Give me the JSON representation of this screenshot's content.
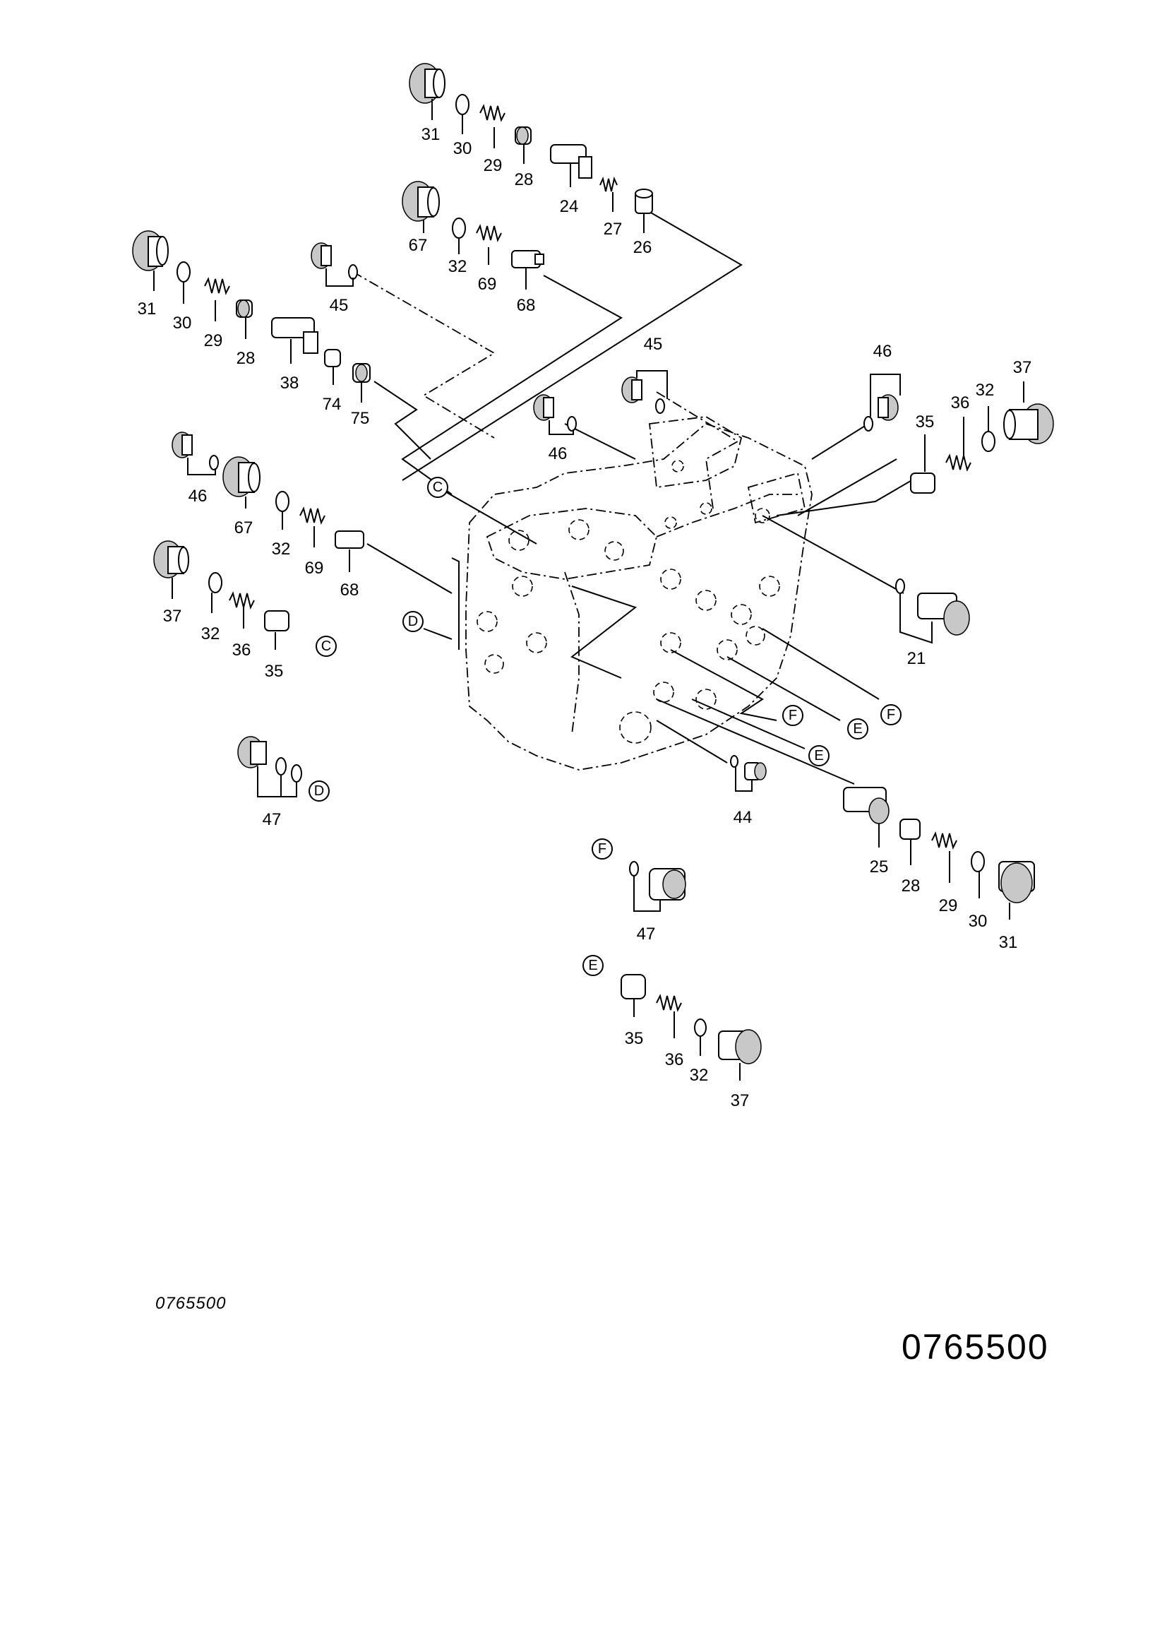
{
  "diagram": {
    "drawing_number_small": "0765500",
    "drawing_number_large": "0765500",
    "ref_letters": [
      "C",
      "D",
      "E",
      "F"
    ],
    "part_labels": [
      {
        "id": "p31a",
        "text": "31"
      },
      {
        "id": "p30a",
        "text": "30"
      },
      {
        "id": "p29a",
        "text": "29"
      },
      {
        "id": "p28a",
        "text": "28"
      },
      {
        "id": "p24",
        "text": "24"
      },
      {
        "id": "p27",
        "text": "27"
      },
      {
        "id": "p26",
        "text": "26"
      },
      {
        "id": "p67a",
        "text": "67"
      },
      {
        "id": "p32a",
        "text": "32"
      },
      {
        "id": "p69a",
        "text": "69"
      },
      {
        "id": "p68a",
        "text": "68"
      },
      {
        "id": "p31b",
        "text": "31"
      },
      {
        "id": "p30b",
        "text": "30"
      },
      {
        "id": "p29b",
        "text": "29"
      },
      {
        "id": "p28b",
        "text": "28"
      },
      {
        "id": "p38",
        "text": "38"
      },
      {
        "id": "p74",
        "text": "74"
      },
      {
        "id": "p75",
        "text": "75"
      },
      {
        "id": "p45a",
        "text": "45"
      },
      {
        "id": "p45b",
        "text": "45"
      },
      {
        "id": "p46a",
        "text": "46"
      },
      {
        "id": "p46b",
        "text": "46"
      },
      {
        "id": "p46c",
        "text": "46"
      },
      {
        "id": "p37a",
        "text": "37"
      },
      {
        "id": "p36a",
        "text": "36"
      },
      {
        "id": "p32b",
        "text": "32"
      },
      {
        "id": "p35a",
        "text": "35"
      },
      {
        "id": "p67b",
        "text": "67"
      },
      {
        "id": "p32c",
        "text": "32"
      },
      {
        "id": "p69b",
        "text": "69"
      },
      {
        "id": "p68b",
        "text": "68"
      },
      {
        "id": "p37b",
        "text": "37"
      },
      {
        "id": "p32d",
        "text": "32"
      },
      {
        "id": "p36b",
        "text": "36"
      },
      {
        "id": "p35b",
        "text": "35"
      },
      {
        "id": "p21",
        "text": "21"
      },
      {
        "id": "p47a",
        "text": "47"
      },
      {
        "id": "p44",
        "text": "44"
      },
      {
        "id": "p25",
        "text": "25"
      },
      {
        "id": "p28c",
        "text": "28"
      },
      {
        "id": "p29c",
        "text": "29"
      },
      {
        "id": "p30c",
        "text": "30"
      },
      {
        "id": "p31c",
        "text": "31"
      },
      {
        "id": "p47b",
        "text": "47"
      },
      {
        "id": "p35c",
        "text": "35"
      },
      {
        "id": "p36c",
        "text": "36"
      },
      {
        "id": "p32e",
        "text": "32"
      },
      {
        "id": "p37c",
        "text": "37"
      }
    ]
  }
}
